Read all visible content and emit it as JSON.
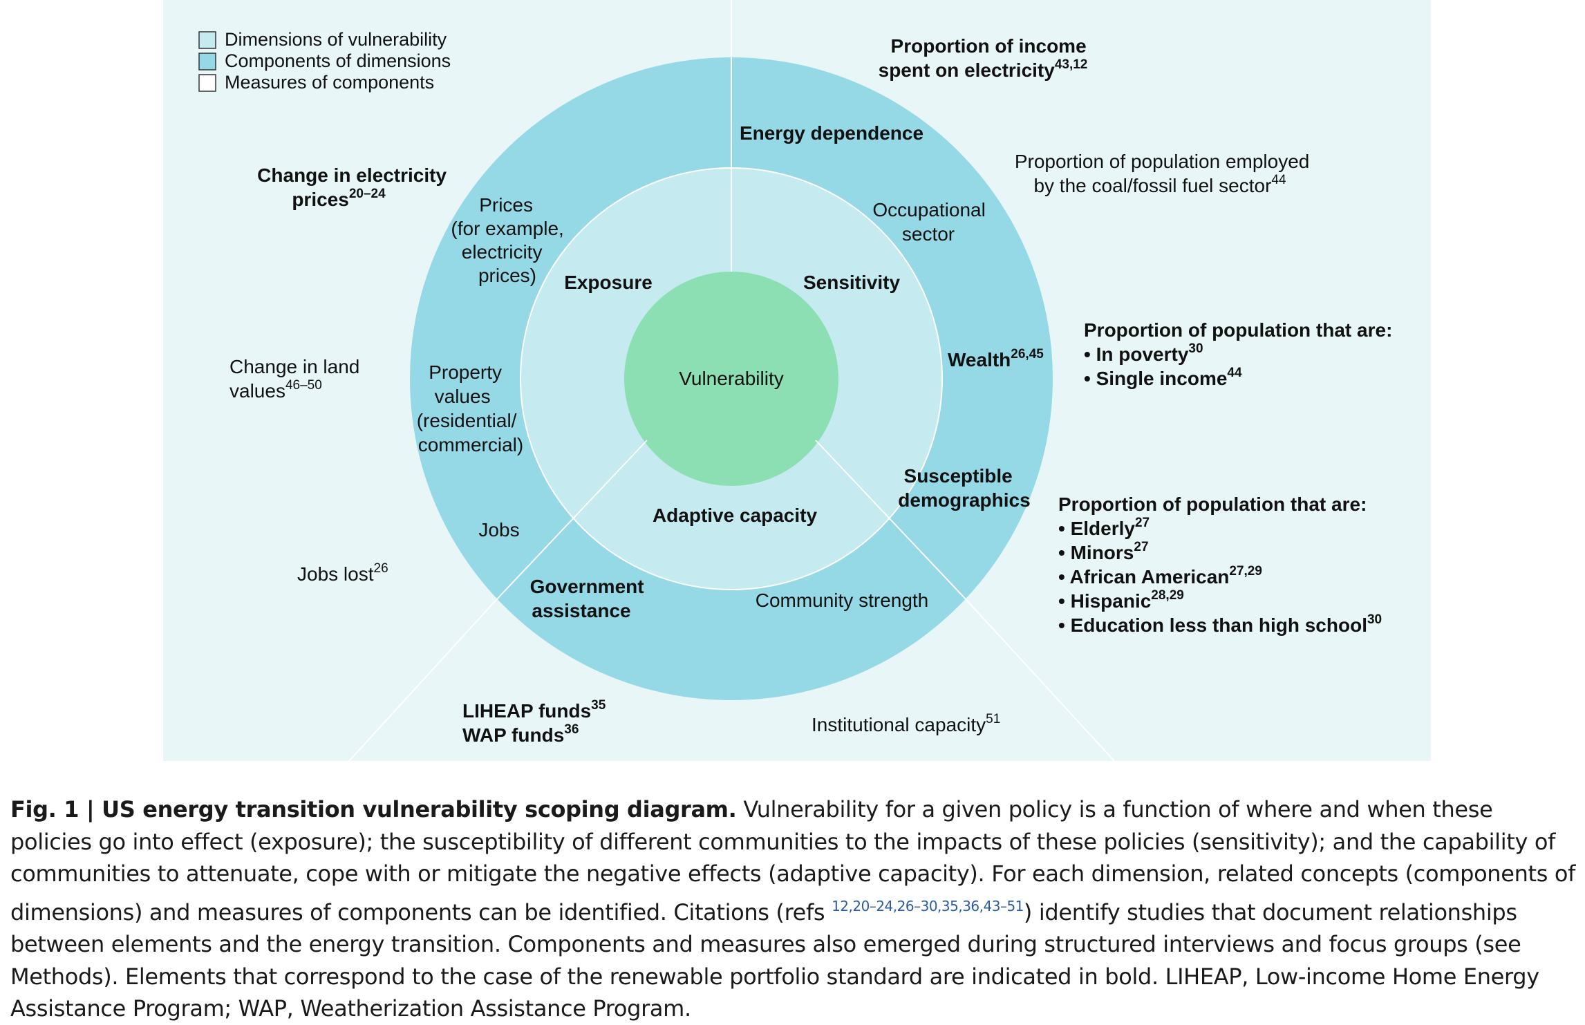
{
  "legend": {
    "dimensions": "Dimensions of vulnerability",
    "components": "Components of dimensions",
    "measures": "Measures of components"
  },
  "center": "Vulnerability",
  "dimensions": {
    "exposure": "Exposure",
    "sensitivity": "Sensitivity",
    "adaptive": "Adaptive capacity"
  },
  "components": {
    "energy_dependence": "Energy dependence",
    "occupational_l1": "Occupational",
    "occupational_l2": "sector",
    "wealth": "Wealth",
    "wealth_sup": "26,45",
    "susceptible_l1": "Susceptible",
    "susceptible_l2": "demographics",
    "community": "Community strength",
    "government_l1": "Government",
    "government_l2": "assistance",
    "jobs": "Jobs",
    "property_l1": "Property",
    "property_l2": "values",
    "property_l3": "(residential/",
    "property_l4": "commercial)",
    "prices_l1": "Prices",
    "prices_l2": "(for example,",
    "prices_l3": "electricity",
    "prices_l4": "prices)"
  },
  "measures": {
    "income_l1": "Proportion of income",
    "income_l2": "spent on electricity",
    "income_sup": "43,12",
    "employed_l1": "Proportion of population employed",
    "employed_l2": "by the coal/fossil fuel sector",
    "employed_sup": "44",
    "poverty_head": "Proportion of population that are:",
    "poverty_item1": "In poverty",
    "poverty_sup1": "30",
    "poverty_item2": "Single income",
    "poverty_sup2": "44",
    "demo_head": "Proportion of population that are:",
    "demo_items": [
      {
        "label": "Elderly",
        "sup": "27"
      },
      {
        "label": "Minors",
        "sup": "27"
      },
      {
        "label": "African American",
        "sup": "27,29"
      },
      {
        "label": "Hispanic",
        "sup": "28,29"
      },
      {
        "label": "Education less than high school",
        "sup": "30"
      }
    ],
    "prices_change_l1": "Change in electricity",
    "prices_change_l2": "prices",
    "prices_change_sup": "20–24",
    "land_l1": "Change in land",
    "land_l2": "values",
    "land_sup": "46–50",
    "jobs_lost": "Jobs lost",
    "jobs_lost_sup": "26",
    "liheap": "LIHEAP funds",
    "liheap_sup": "35",
    "wap": "WAP funds",
    "wap_sup": "36",
    "institutional": "Institutional capacity",
    "institutional_sup": "51"
  },
  "caption": {
    "title": "Fig. 1 | US energy transition vulnerability scoping diagram.",
    "text1": " Vulnerability for a given policy is a function of where and when these policies go into effect (exposure); the susceptibility of different communities to the impacts of these policies (sensitivity); and the capability of communities to attenuate, cope with or mitigate the negative effects (adaptive capacity). For each dimension, related concepts (components of dimensions) and measures of components can be identified. Citations (refs ",
    "refs": "12,20–24,26–30,35,36,43–51",
    "text2": ") identify studies that document relationships between elements and the energy transition. Components and measures also emerged during structured interviews and focus groups (see Methods). Elements that correspond to the case of the renewable portfolio standard are indicated in bold. LIHEAP, Low-income Home Energy Assistance Program; WAP, Weatherization Assistance Program."
  },
  "colors": {
    "panel": "#e8f6f8",
    "outer_ring": "#94d9e5",
    "inner_ring": "#c5ebf1",
    "center": "#8bdfb2",
    "lines": "#ffffff",
    "ref_link": "#2b5aa8"
  }
}
